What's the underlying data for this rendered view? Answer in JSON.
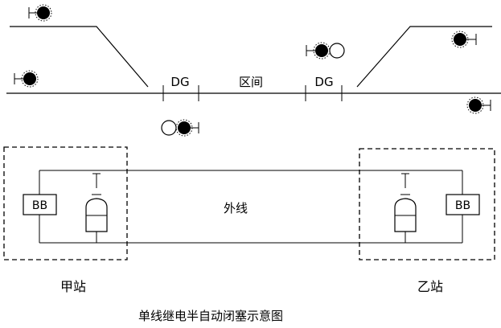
{
  "track": {
    "dg_left": "DG",
    "section": "区间",
    "dg_right": "DG"
  },
  "stations": {
    "left_box": "BB",
    "right_box": "BB",
    "outer_line": "外线",
    "left_name": "甲站",
    "right_name": "乙站"
  },
  "caption": "单线继电半自动闭塞示意图"
}
